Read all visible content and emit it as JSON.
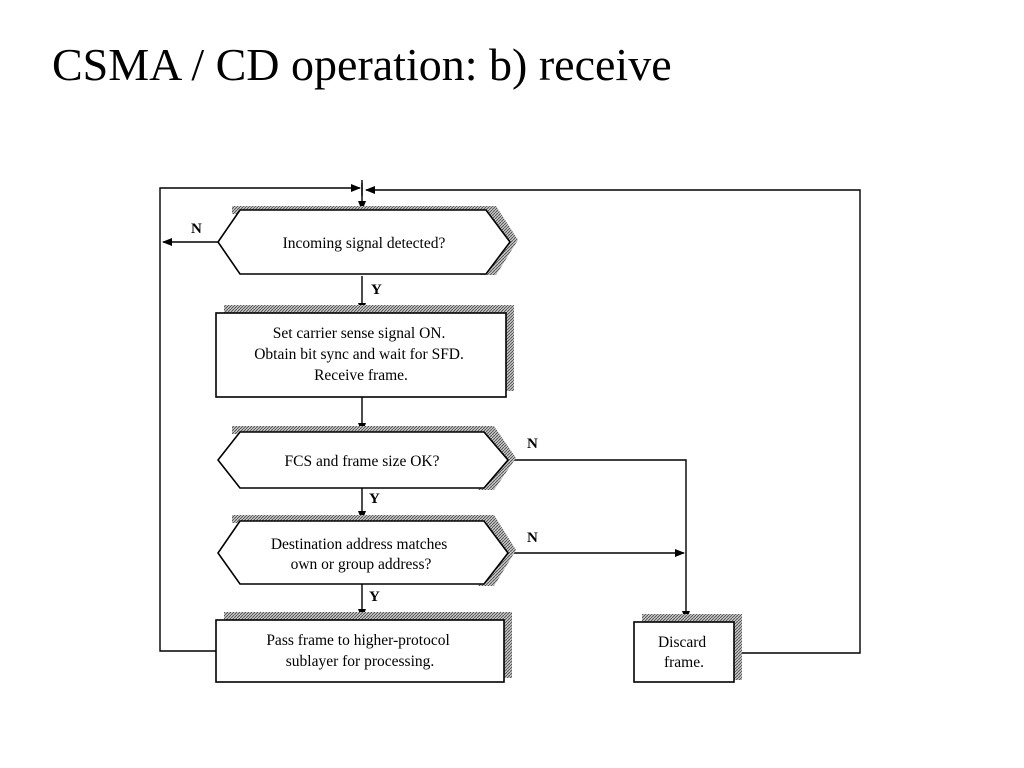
{
  "slide": {
    "title": "CSMA / CD operation: b) receive"
  },
  "flowchart": {
    "nodes": {
      "incoming": {
        "lines": [
          "Incoming signal detected?"
        ]
      },
      "carrier": {
        "lines": [
          "Set carrier sense signal ON.",
          "Obtain bit sync and wait for SFD.",
          "Receive frame."
        ]
      },
      "fcs": {
        "lines": [
          "FCS and frame size OK?"
        ]
      },
      "dest": {
        "lines": [
          "Destination address matches",
          "own or group address?"
        ]
      },
      "pass": {
        "lines": [
          "Pass frame to higher-protocol",
          "sublayer for processing."
        ]
      },
      "discard": {
        "lines": [
          "Discard",
          "frame."
        ]
      }
    },
    "edge_labels": {
      "incoming_no": "N",
      "incoming_yes": "Y",
      "fcs_no": "N",
      "fcs_yes": "Y",
      "dest_no": "N",
      "dest_yes": "Y"
    }
  }
}
